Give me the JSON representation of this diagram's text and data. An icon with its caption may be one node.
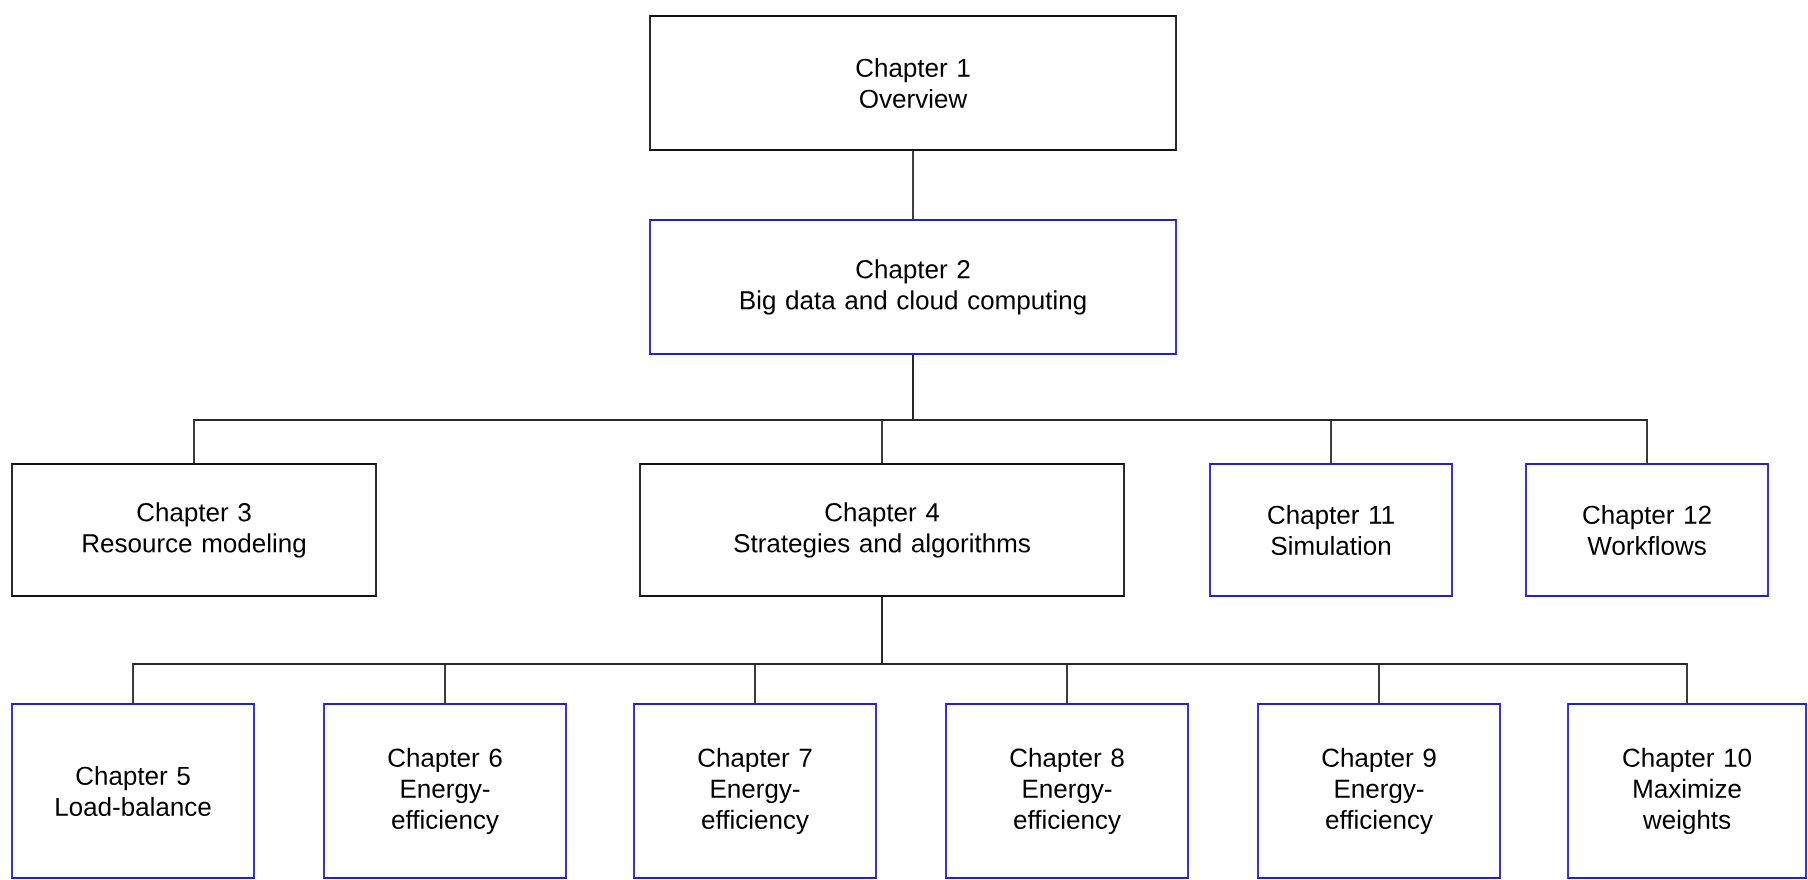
{
  "diagram": {
    "nodes": [
      {
        "text": [
          "Chapter 1",
          "Overview"
        ]
      },
      {
        "text": [
          "Chapter 2",
          "Big data and cloud computing"
        ]
      },
      {
        "text": [
          "Chapter 3",
          "Resource modeling"
        ]
      },
      {
        "text": [
          "Chapter 4",
          "Strategies and algorithms"
        ]
      },
      {
        "text": [
          "Chapter 11",
          "Simulation"
        ]
      },
      {
        "text": [
          "Chapter 12",
          "Workflows"
        ]
      },
      {
        "text": [
          "Chapter 5",
          "Load-balance"
        ]
      },
      {
        "text": [
          "Chapter 6",
          "Energy-efficiency"
        ]
      },
      {
        "text": [
          "Chapter 7",
          "Energy-efficiency"
        ]
      },
      {
        "text": [
          "Chapter 8",
          "Energy-efficiency"
        ]
      },
      {
        "text": [
          "Chapter 9",
          "Energy-efficiency"
        ]
      },
      {
        "text": [
          "Chapter 10",
          "Maximize weights"
        ]
      }
    ],
    "edges": [
      {
        "from": 0,
        "to": 1,
        "arrow": "none"
      },
      {
        "from": 1,
        "to": 2,
        "arrow": "none"
      },
      {
        "from": 1,
        "to": 3,
        "arrow": "none"
      },
      {
        "from": 1,
        "to": 4,
        "arrow": "none"
      },
      {
        "from": 1,
        "to": 5,
        "arrow": "none"
      },
      {
        "from": 3,
        "to": 6,
        "arrow": "none"
      },
      {
        "from": 3,
        "to": 7,
        "arrow": "none"
      },
      {
        "from": 3,
        "to": 8,
        "arrow": "none"
      },
      {
        "from": 3,
        "to": 9,
        "arrow": "none"
      },
      {
        "from": 3,
        "to": 10,
        "arrow": "none"
      },
      {
        "from": 3,
        "to": 11,
        "arrow": "none"
      }
    ]
  }
}
